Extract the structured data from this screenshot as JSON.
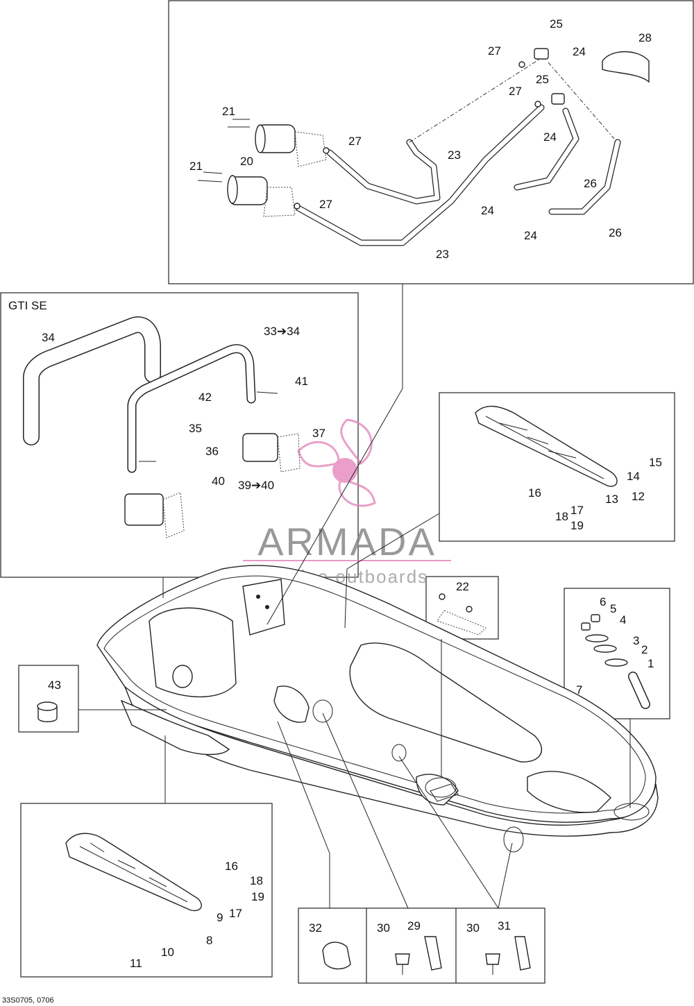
{
  "diagram": {
    "footer_code": "33S0705, 0706",
    "watermark": {
      "brand": "ARMADA",
      "tagline": "marine outboards",
      "color": "#e27fb8"
    },
    "variant_label": "GTI SE",
    "callouts": {
      "c1": "1",
      "c2": "2",
      "c3": "3",
      "c4": "4",
      "c5": "5",
      "c6": "6",
      "c7": "7",
      "c8": "8",
      "c9": "9",
      "c10": "10",
      "c11": "11",
      "c12": "12",
      "c13": "13",
      "c14": "14",
      "c15": "15",
      "c16": "16",
      "c17": "17",
      "c18": "18",
      "c19": "19",
      "c20": "20",
      "c21": "21",
      "c22": "22",
      "c23": "23",
      "c24": "24",
      "c25": "25",
      "c26": "26",
      "c27": "27",
      "c28": "28",
      "c29": "29",
      "c30": "30",
      "c31": "31",
      "c32": "32",
      "c34": "34",
      "c35": "35",
      "c36": "36",
      "c37": "37",
      "c40": "40",
      "c41": "41",
      "c42": "42",
      "c43": "43",
      "c33to34": "33➔34",
      "c39to40": "39➔40"
    }
  }
}
